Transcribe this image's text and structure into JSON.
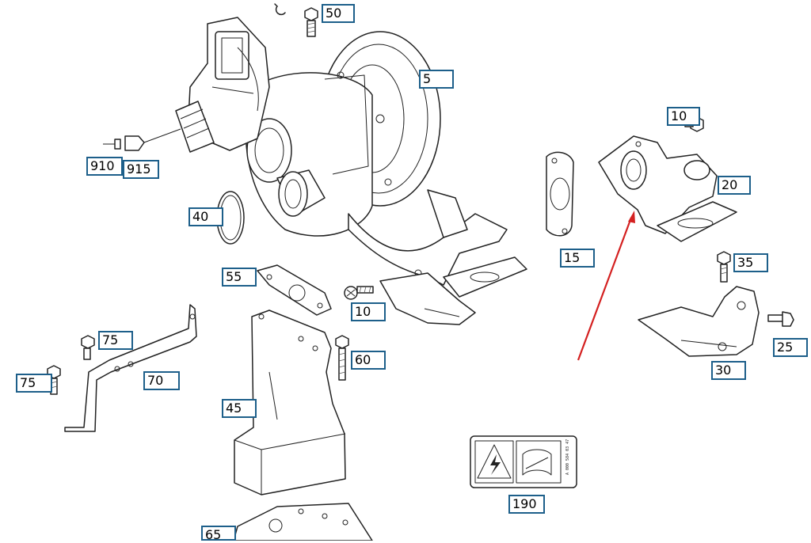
{
  "diagram": {
    "accent_color": "#1d5f8a",
    "arrow_color": "#d42020",
    "label_190_text": "A 000 584 03 47",
    "callouts": [
      {
        "id": "50",
        "label": "50"
      },
      {
        "id": "5",
        "label": "5"
      },
      {
        "id": "910",
        "label": "910"
      },
      {
        "id": "915",
        "label": "915"
      },
      {
        "id": "40",
        "label": "40"
      },
      {
        "id": "10a",
        "label": "10"
      },
      {
        "id": "20",
        "label": "20"
      },
      {
        "id": "15",
        "label": "15"
      },
      {
        "id": "35",
        "label": "35"
      },
      {
        "id": "55",
        "label": "55"
      },
      {
        "id": "10b",
        "label": "10"
      },
      {
        "id": "75a",
        "label": "75"
      },
      {
        "id": "60",
        "label": "60"
      },
      {
        "id": "25",
        "label": "25"
      },
      {
        "id": "75b",
        "label": "75"
      },
      {
        "id": "70",
        "label": "70"
      },
      {
        "id": "30",
        "label": "30"
      },
      {
        "id": "45",
        "label": "45"
      },
      {
        "id": "190",
        "label": "190"
      },
      {
        "id": "65",
        "label": "65"
      }
    ]
  }
}
